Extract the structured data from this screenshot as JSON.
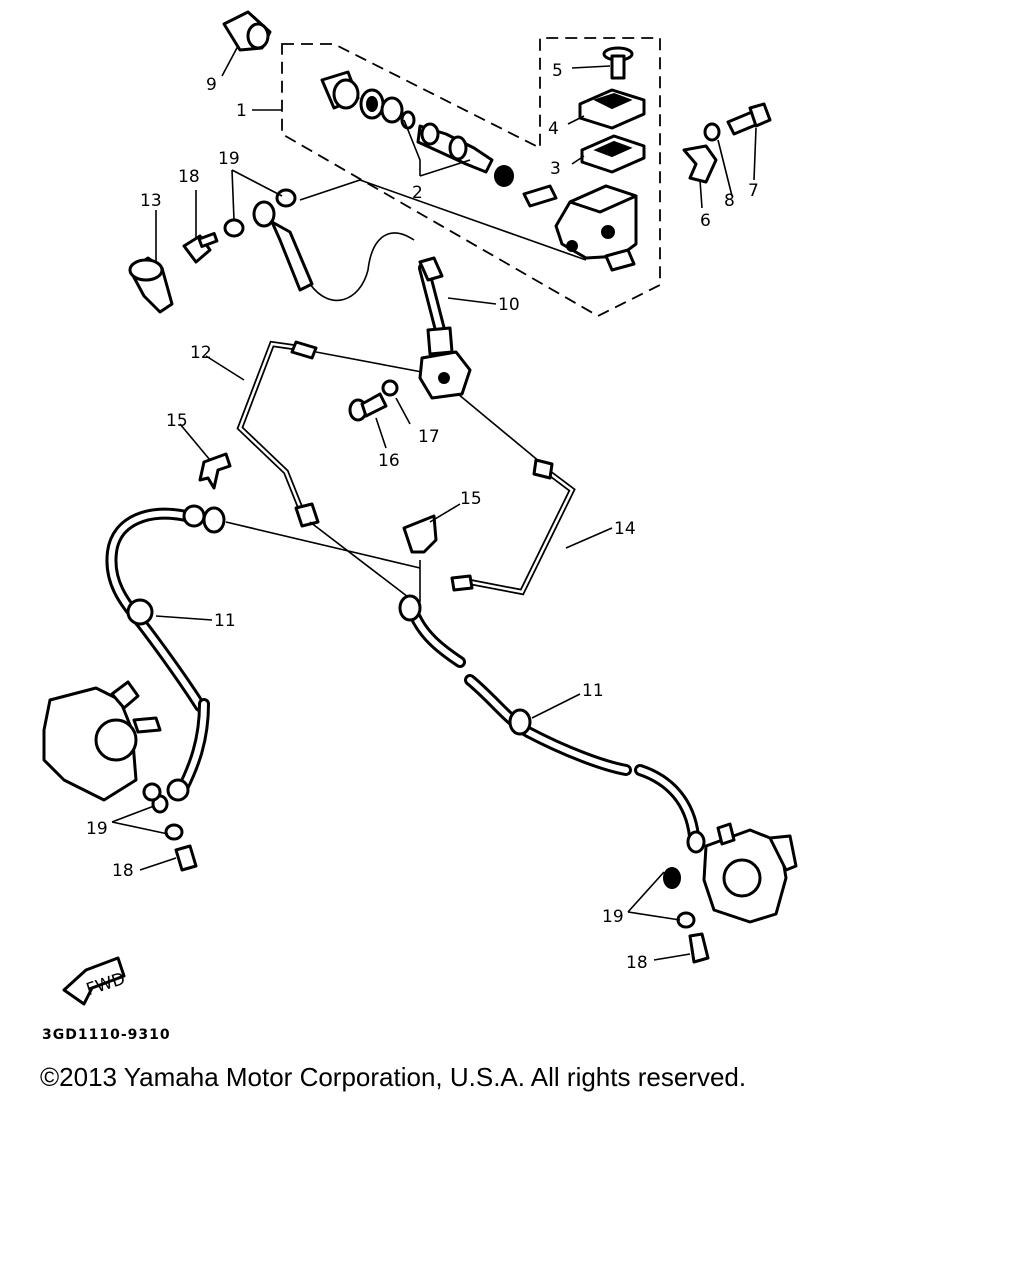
{
  "diagram": {
    "code": "3GD1110-9310",
    "fwd_label": "FWD",
    "callouts": [
      "1",
      "2",
      "3",
      "4",
      "5",
      "6",
      "7",
      "8",
      "9",
      "10",
      "11",
      "11",
      "12",
      "13",
      "14",
      "15",
      "15",
      "16",
      "17",
      "18",
      "18",
      "18",
      "19",
      "19",
      "19"
    ]
  },
  "footer": {
    "copyright": "©2013 Yamaha Motor Corporation, U.S.A. All rights reserved."
  }
}
